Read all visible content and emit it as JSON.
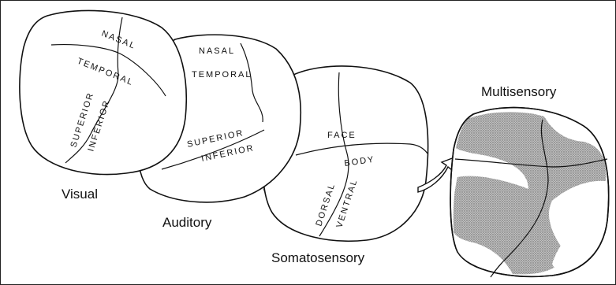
{
  "maps": {
    "visual": {
      "caption": "Visual",
      "labels": {
        "nasal": "NASAL",
        "temporal": "TEMPORAL",
        "superior": "SUPERIOR",
        "inferior": "INFERIOR"
      }
    },
    "auditory": {
      "caption": "Auditory",
      "labels": {
        "nasal": "NASAL",
        "temporal": "TEMPORAL",
        "superior": "SUPERIOR",
        "inferior": "INFERIOR"
      }
    },
    "somatosensory": {
      "caption": "Somatosensory",
      "labels": {
        "face": "FACE",
        "body": "BODY",
        "dorsal": "DORSAL",
        "ventral": "VENTRAL"
      }
    },
    "multisensory": {
      "caption": "Multisensory"
    }
  },
  "colors": {
    "line": "#111111",
    "stipple": "#9a9a9a",
    "background": "#ffffff"
  }
}
